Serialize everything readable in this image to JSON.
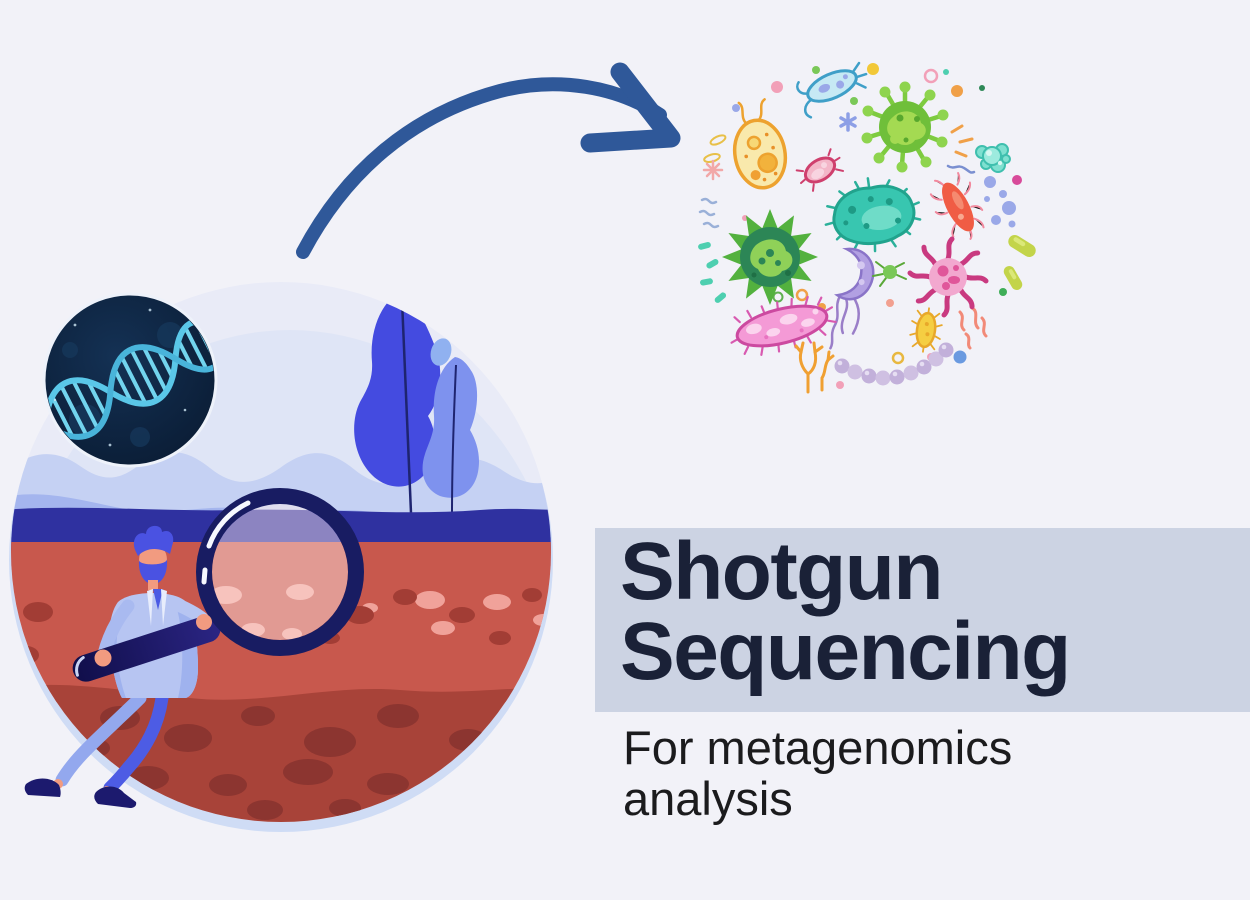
{
  "title": {
    "line1": "Shotgun",
    "line2": "Sequencing",
    "text_color": "#1a2137",
    "band_color": "#ccd3e3"
  },
  "subtitle": {
    "line1": "For metagenomics",
    "line2": "analysis",
    "text_color": "#1b1b1d"
  },
  "background_color": "#f2f2f8",
  "icons": [
    {
      "name": "curved-arrow-icon",
      "meaning": "arrow from soil sample toward microbial community",
      "color": "#2f5899"
    },
    {
      "name": "microbes-cluster-illustration",
      "meaning": "circular cluster of colorful bacteria, viruses and microbes"
    },
    {
      "name": "soil-sample-illustration",
      "meaning": "round scene of scientist examining soil layers with magnifying glass"
    },
    {
      "name": "dna-photo-badge",
      "meaning": "dark circular badge with glowing DNA double helix",
      "background": "#0e2440",
      "helix_color": "#5ac7e8"
    },
    {
      "name": "magnifying-glass-icon",
      "color": "#181c62"
    },
    {
      "name": "scientist-figure",
      "coat_color": "#b7c5f2",
      "hair_color": "#4a52e2",
      "skin_color": "#f29b80"
    }
  ],
  "palette": {
    "arrow_blue": "#2f5899",
    "sky": "#e9ebf7",
    "mountain_far": "#c5d1f3",
    "mountain_near": "#a4b5ee",
    "horizon_band": "#2f31a0",
    "soil_upper": "#c8584d",
    "soil_lower": "#a84339",
    "tree_bright": "#444be0",
    "tree_light": "#7e92ee",
    "crescent": "#cfdcf5"
  }
}
